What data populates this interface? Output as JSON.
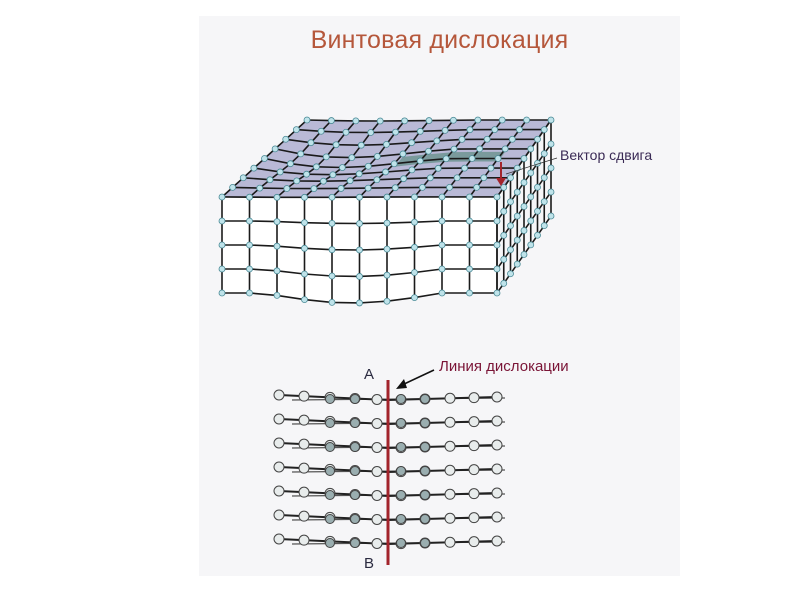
{
  "title": "Винтовая дислокация",
  "labels": {
    "shear_vector": "Вектор сдвига",
    "dislocation_line": "Линия дислокации",
    "point_a": "А",
    "point_b": "В"
  },
  "colors": {
    "title": "#b5573b",
    "top_face": "#b9b9d6",
    "shifted_cells": "#7a9a9c",
    "node": "#bfe3ea",
    "dislocation_line": "#a3242c"
  }
}
